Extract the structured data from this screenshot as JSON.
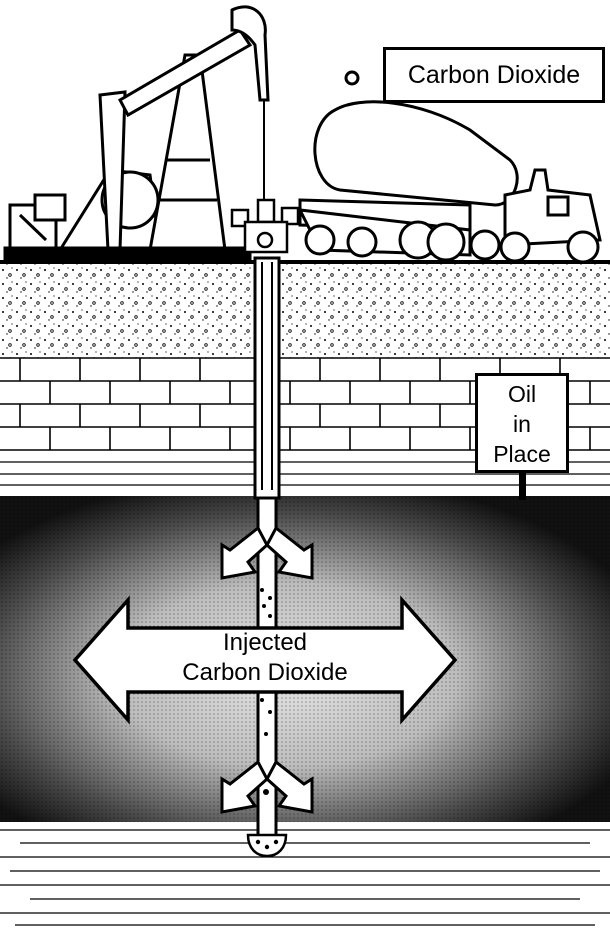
{
  "labels": {
    "carbon_dioxide": "Carbon Dioxide",
    "oil_in_place": [
      "Oil",
      "in",
      "Place"
    ],
    "injected_carbon_dioxide": [
      "Injected",
      "Carbon Dioxide"
    ]
  },
  "colors": {
    "ink": "#000000",
    "paper": "#ffffff",
    "reservoir_dark": "#111111"
  },
  "icons": [
    "pump-jack-icon",
    "wellhead-icon",
    "tanker-truck-icon",
    "well-pipe-icon",
    "drill-bit-icon"
  ]
}
